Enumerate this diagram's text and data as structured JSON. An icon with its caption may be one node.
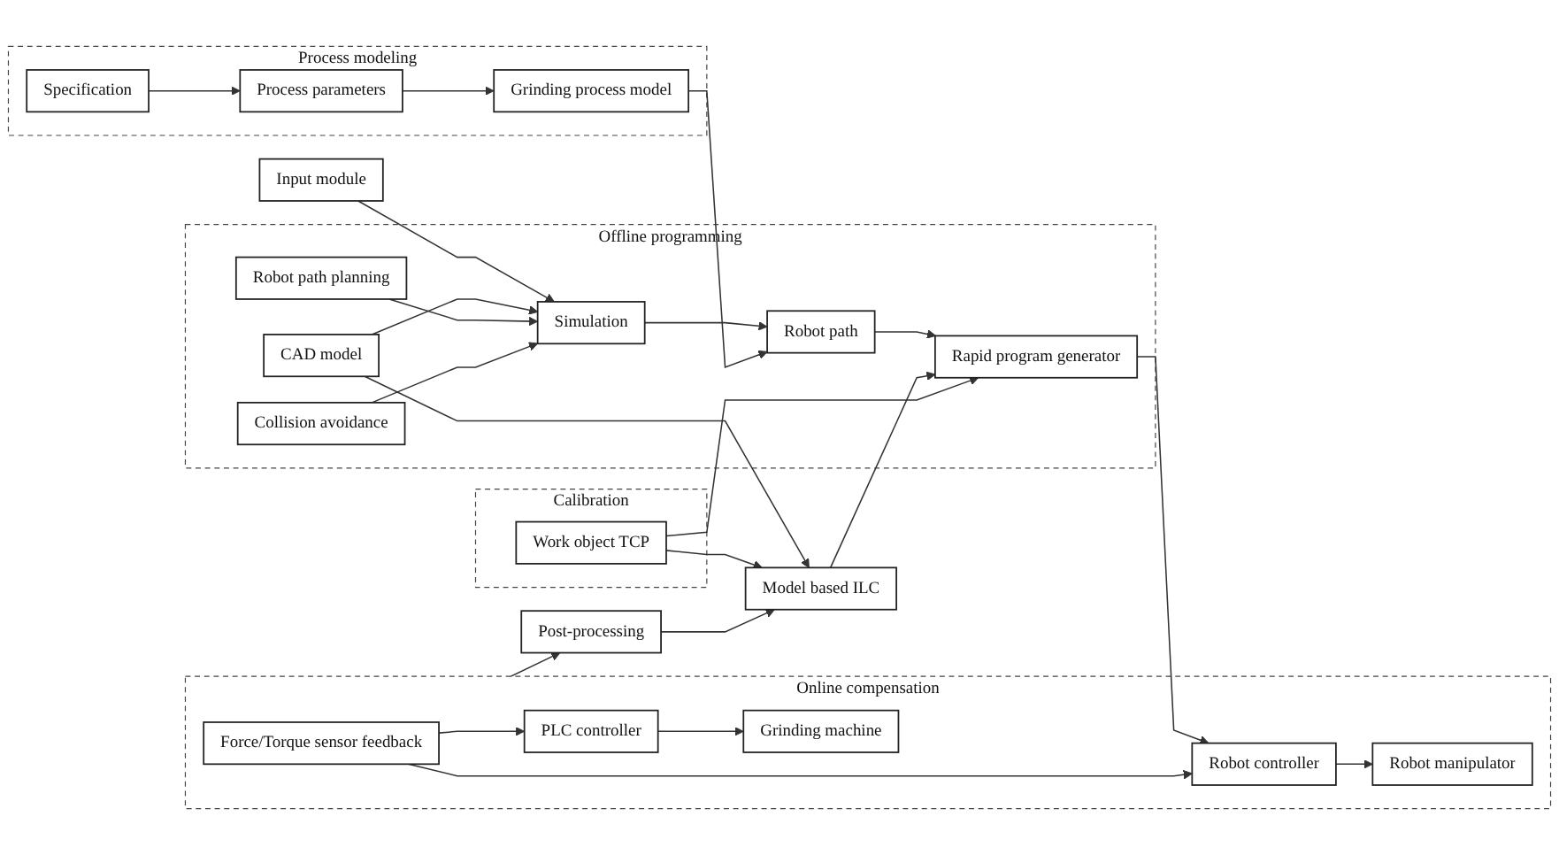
{
  "diagram": {
    "nodes": [
      {
        "text": [
          "Input module"
        ]
      },
      {
        "text": [
          "Offline programming"
        ]
      },
      {
        "text": [
          "Simulation"
        ],
        "in": 1
      },
      {
        "text": [
          "CAD model"
        ],
        "in": 1
      },
      {
        "text": [
          "Robot path planning"
        ],
        "in": 1
      },
      {
        "text": [
          "Collision avoidance"
        ],
        "in": 1
      },
      {
        "text": [
          "Robot path"
        ],
        "in": 1
      },
      {
        "text": [
          "Rapid program generator"
        ],
        "in": 1
      },
      {
        "text": [
          "Process modeling"
        ]
      },
      {
        "text": [
          "Specification"
        ],
        "in": 8
      },
      {
        "text": [
          "Process parameters"
        ],
        "in": 8
      },
      {
        "text": [
          "Grinding process model"
        ],
        "in": 8
      },
      {
        "text": [
          "Model based ILC"
        ]
      },
      {
        "text": [
          "Calibration"
        ]
      },
      {
        "text": [
          "Work object TCP"
        ],
        "in": 13
      },
      {
        "text": [
          "Online compensation"
        ]
      },
      {
        "text": [
          "Force/Torque sensor feedback"
        ],
        "in": 15
      },
      {
        "text": [
          "Robot controller"
        ],
        "in": 15
      },
      {
        "text": [
          "PLC controller"
        ],
        "in": 15
      },
      {
        "text": [
          "Robot manipulator"
        ],
        "in": 15
      },
      {
        "text": [
          "Grinding machine"
        ],
        "in": 15
      },
      {
        "text": [
          "Post-processing"
        ]
      }
    ],
    "edges": [
      {
        "from": 0,
        "to": 2,
        "arrow": "to"
      },
      {
        "from": 3,
        "to": 2,
        "arrow": "to"
      },
      {
        "from": 4,
        "to": 2,
        "arrow": "to"
      },
      {
        "from": 5,
        "to": 2,
        "arrow": "to"
      },
      {
        "from": 2,
        "to": 6,
        "arrow": "to"
      },
      {
        "from": 6,
        "to": 7,
        "arrow": "to"
      },
      {
        "from": 3,
        "to": 12,
        "arrow": "to"
      },
      {
        "from": 9,
        "to": 10,
        "arrow": "to"
      },
      {
        "from": 10,
        "to": 11,
        "arrow": "to"
      },
      {
        "from": 11,
        "to": 6,
        "arrow": "to"
      },
      {
        "from": 12,
        "to": 7,
        "arrow": "to"
      },
      {
        "from": 7,
        "to": 17,
        "arrow": "to"
      },
      {
        "from": 14,
        "to": 7,
        "arrow": "to"
      },
      {
        "from": 14,
        "to": 12,
        "arrow": "to"
      },
      {
        "from": 15,
        "to": 21,
        "arrow": "to"
      },
      {
        "from": 21,
        "to": 12,
        "arrow": "to"
      },
      {
        "from": 16,
        "to": 17,
        "arrow": "to"
      },
      {
        "from": 16,
        "to": 18,
        "arrow": "to"
      },
      {
        "from": 17,
        "to": 19,
        "arrow": "to"
      },
      {
        "from": 18,
        "to": 20,
        "arrow": "to"
      }
    ]
  }
}
